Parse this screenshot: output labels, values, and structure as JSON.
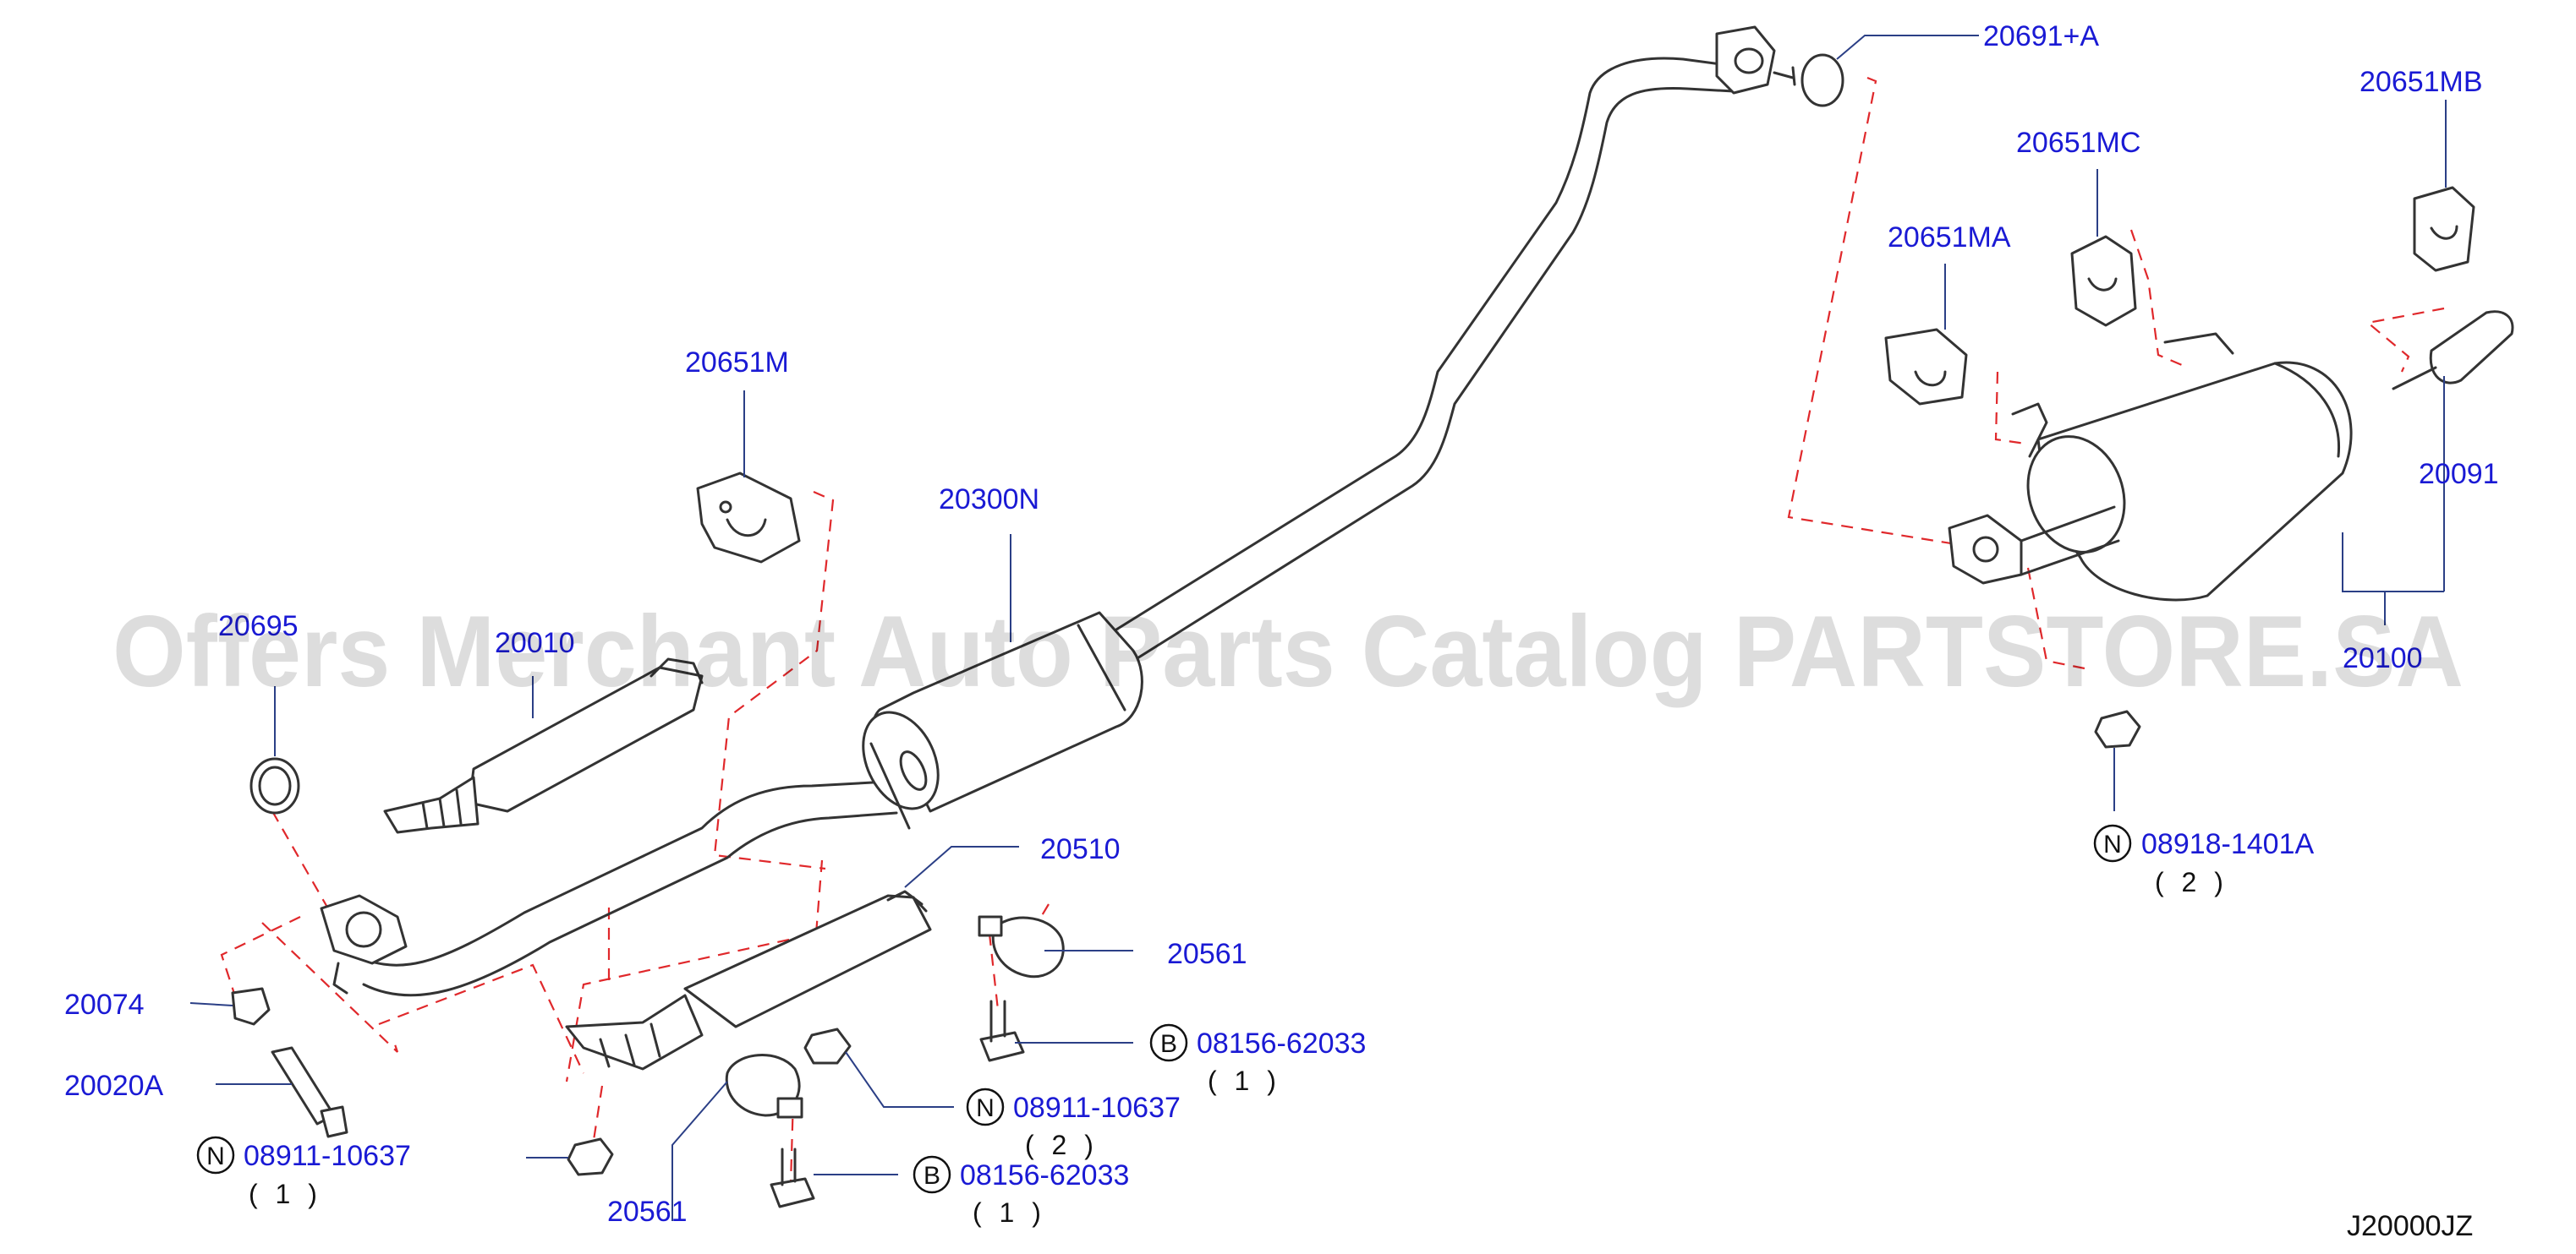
{
  "colors": {
    "label": "#1a1ad4",
    "leader": "#2b3f86",
    "dash": "#e0282b",
    "watermark": "#000000"
  },
  "watermark": "Offers Merchant Auto Parts Catalog PARTSTORE.SA",
  "diagram_code": "J20000JZ",
  "callouts": {
    "c20691A": "20691+A",
    "c20651MB": "20651MB",
    "c20651MC": "20651MC",
    "c20651MA": "20651MA",
    "c20651M": "20651M",
    "c20300N": "20300N",
    "c20091": "20091",
    "c20100": "20100",
    "c20695": "20695",
    "c20010": "20010",
    "c20510": "20510",
    "c20561a": "20561",
    "c20561b": "20561",
    "c20074": "20074",
    "c20020A": "20020A"
  },
  "fasteners": {
    "n1": {
      "letter": "N",
      "part": "08918-1401A",
      "qty": "( 2 )"
    },
    "b1": {
      "letter": "B",
      "part": "08156-62033",
      "qty": "( 1 )"
    },
    "n2": {
      "letter": "N",
      "part": "08911-10637",
      "qty": "( 2 )"
    },
    "b2": {
      "letter": "B",
      "part": "08156-62033",
      "qty": "( 1 )"
    },
    "n3": {
      "letter": "N",
      "part": "08911-10637",
      "qty": "( 1 )"
    }
  }
}
